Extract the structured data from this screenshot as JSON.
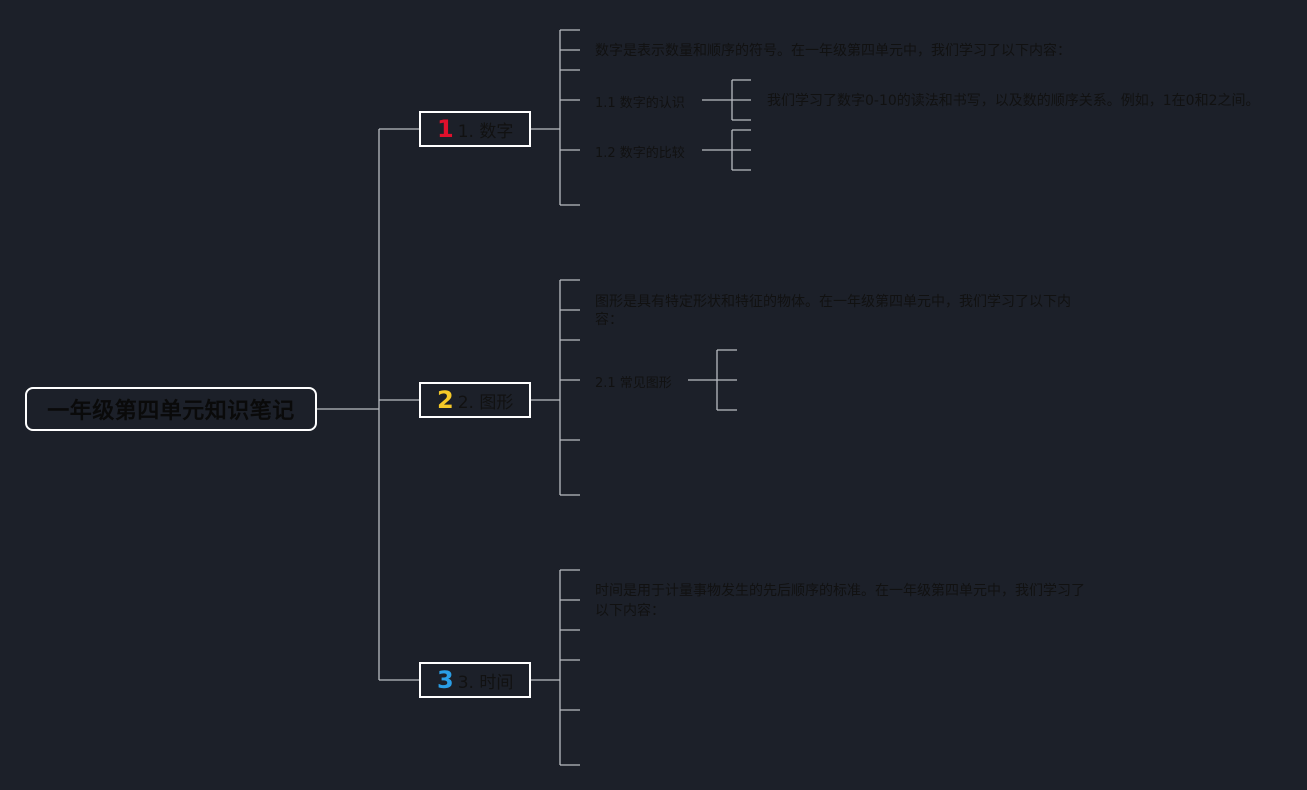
{
  "colors": {
    "background": "#1c2029",
    "connector": "#b8bcc2",
    "box_border": "#ffffff",
    "badge_1": "#e0102c",
    "badge_2": "#f5c928",
    "badge_3": "#2a9ee6"
  },
  "root": {
    "title": "一年级第四单元知识笔记"
  },
  "branches": [
    {
      "badge": "1",
      "label": "1. 数字",
      "intro": "数字是表示数量和顺序的符号。在一年级第四单元中，我们学习了以下内容：",
      "subtopics": [
        {
          "label": "1.1 数字的认识",
          "detail": "我们学习了数字0-10的读法和书写，以及数的顺序关系。例如，1在0和2之间。"
        },
        {
          "label": "1.2 数字的比较",
          "detail": ""
        }
      ]
    },
    {
      "badge": "2",
      "label": "2. 图形",
      "intro_line1": "图形是具有特定形状和特征的物体。在一年级第四单元中，我们学习了以下内",
      "intro_line2": "容：",
      "subtopics": [
        {
          "label": "2.1 常见图形"
        }
      ]
    },
    {
      "badge": "3",
      "label": "3. 时间",
      "intro_line1": "时间是用于计量事物发生的先后顺序的标准。在一年级第四单元中，我们学习了",
      "intro_line2": "以下内容："
    }
  ]
}
